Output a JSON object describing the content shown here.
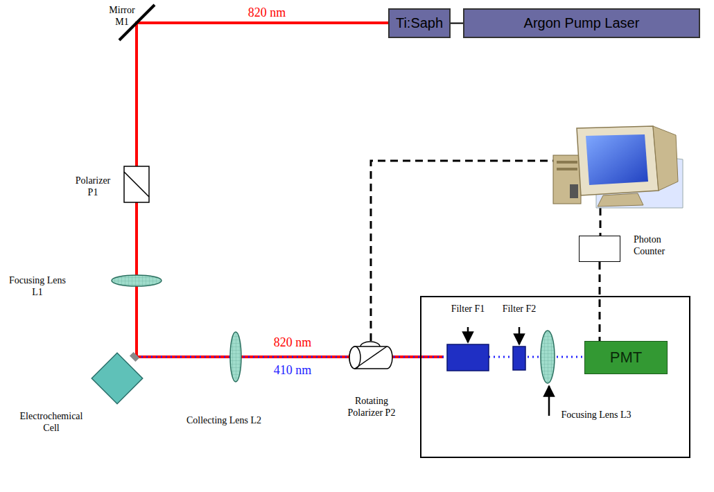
{
  "diagram": {
    "nodes": [
      {
        "text": [
          "Ti:Saph"
        ]
      },
      {
        "text": [
          "Argon Pump Laser"
        ]
      },
      {
        "text": [
          "Photon Counter"
        ]
      },
      {
        "text": [
          "PMT"
        ]
      }
    ],
    "edges": [
      {
        "from": 0,
        "to": 1,
        "arrow": "none"
      },
      {
        "from": 2,
        "to": 3,
        "arrow": "none"
      }
    ],
    "labels": [
      "Mirror M1",
      "820 nm",
      "Polarizer P1",
      "Focusing Lens L1",
      "Electrochemical Cell",
      "Collecting Lens L2",
      "820 nm",
      "410 nm",
      "Rotating Polarizer P2",
      "Filter F1",
      "Filter F2",
      "Focusing Lens L3"
    ]
  }
}
